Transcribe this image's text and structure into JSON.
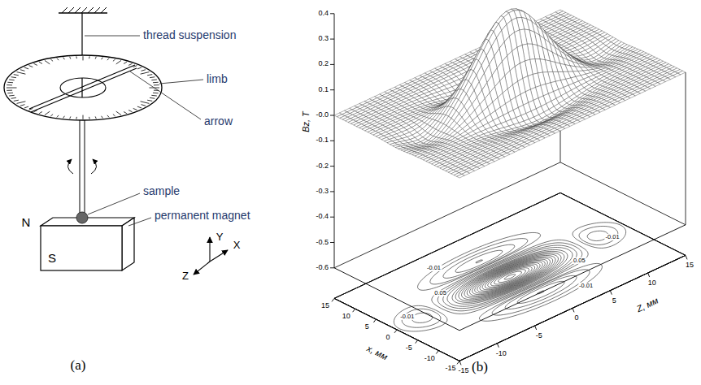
{
  "diagram": {
    "labels": [
      "thread suspension",
      "limb",
      "arrow",
      "sample",
      "permanent magnet",
      "N",
      "S",
      "Y",
      "X",
      "Z",
      "(a)",
      "(b)",
      "Bz, T",
      "0.4",
      "0.3",
      "0.2",
      "0.1",
      "-0.0",
      "-0.1",
      "-0.2",
      "-0.3",
      "-0.4",
      "-0.5",
      "-0.6",
      "x, мм",
      "15",
      "10",
      "5",
      "0",
      "-5",
      "-10",
      "-15",
      "Z, мм",
      "-15",
      "-10",
      "-5",
      "0",
      "5",
      "10",
      "15",
      "-0.01",
      "-0.01",
      "0.05",
      "0.05",
      "-0.01",
      "-0.01"
    ]
  }
}
